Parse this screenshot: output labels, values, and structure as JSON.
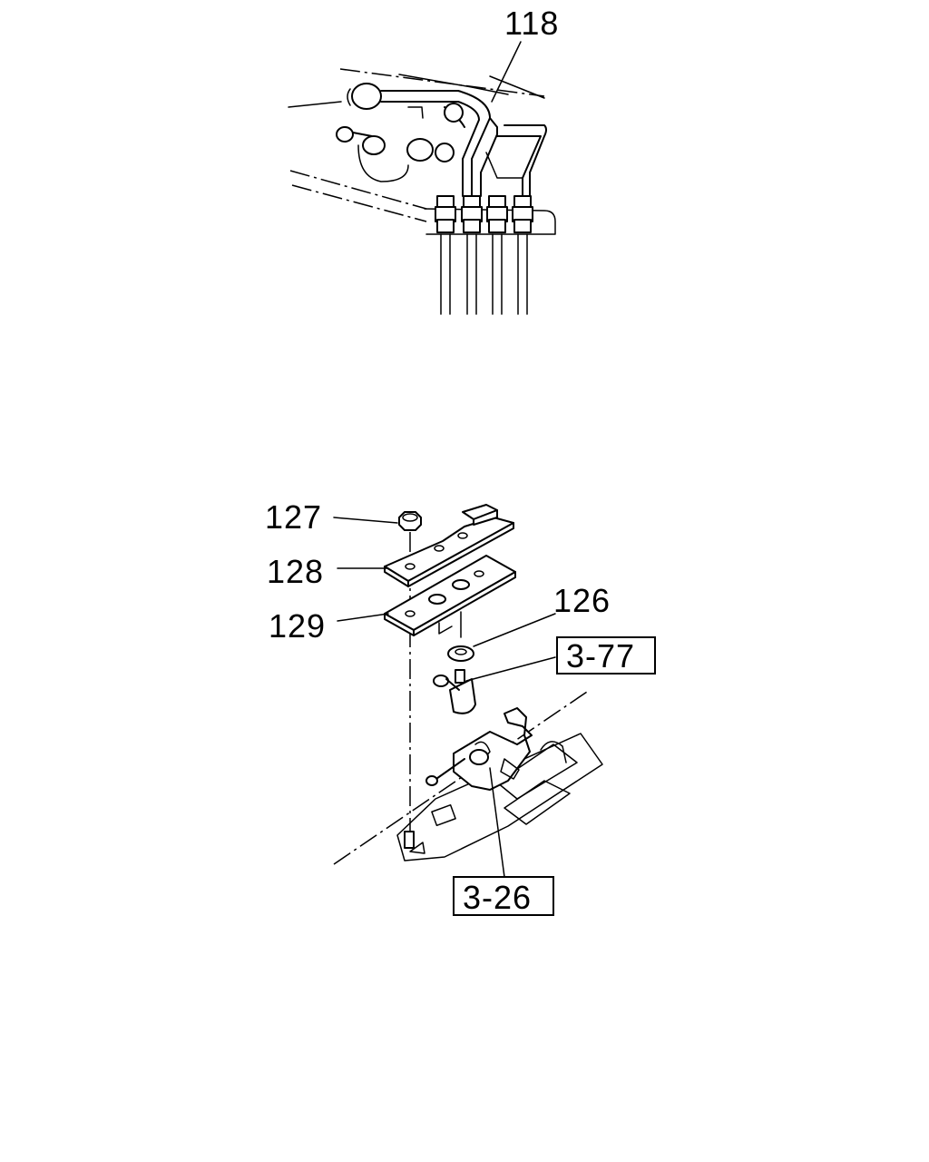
{
  "callouts": {
    "c118": "118",
    "c127": "127",
    "c128": "128",
    "c129": "129",
    "c126": "126"
  },
  "references": {
    "r377": "3-77",
    "r326": "3-26"
  }
}
